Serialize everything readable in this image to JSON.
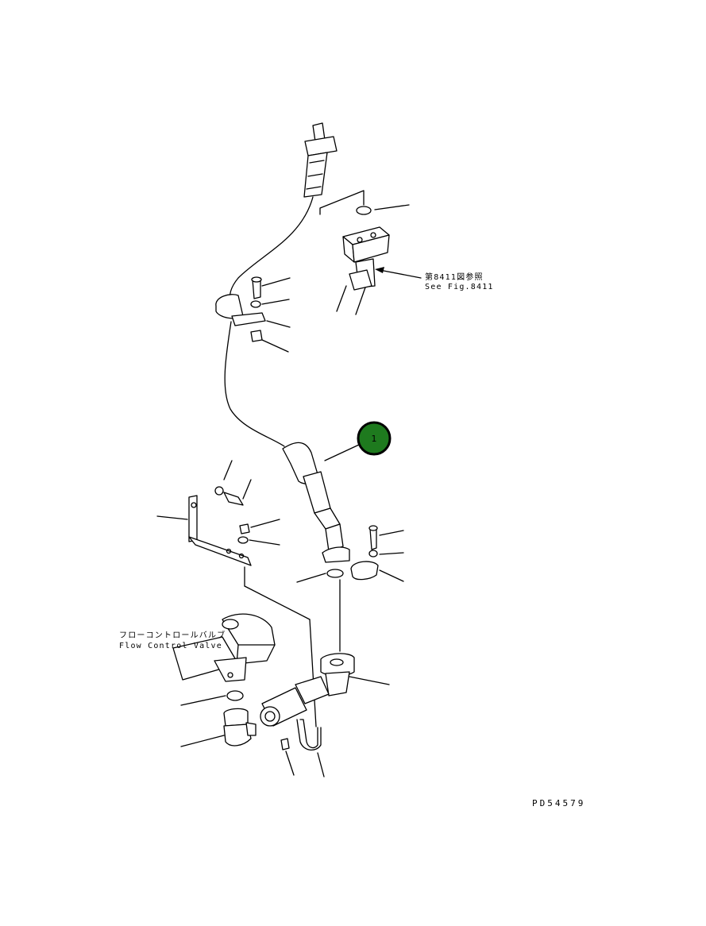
{
  "references": {
    "upper_jp": "第8411図参照",
    "upper_en": "See Fig.8411"
  },
  "valve": {
    "label_jp": "フローコントロールバルブ",
    "label_en": "Flow Control Valve"
  },
  "callout": {
    "number": "1",
    "fill": "#1e7a1e",
    "ring": "#000000"
  },
  "drawing_code": "PD54579"
}
